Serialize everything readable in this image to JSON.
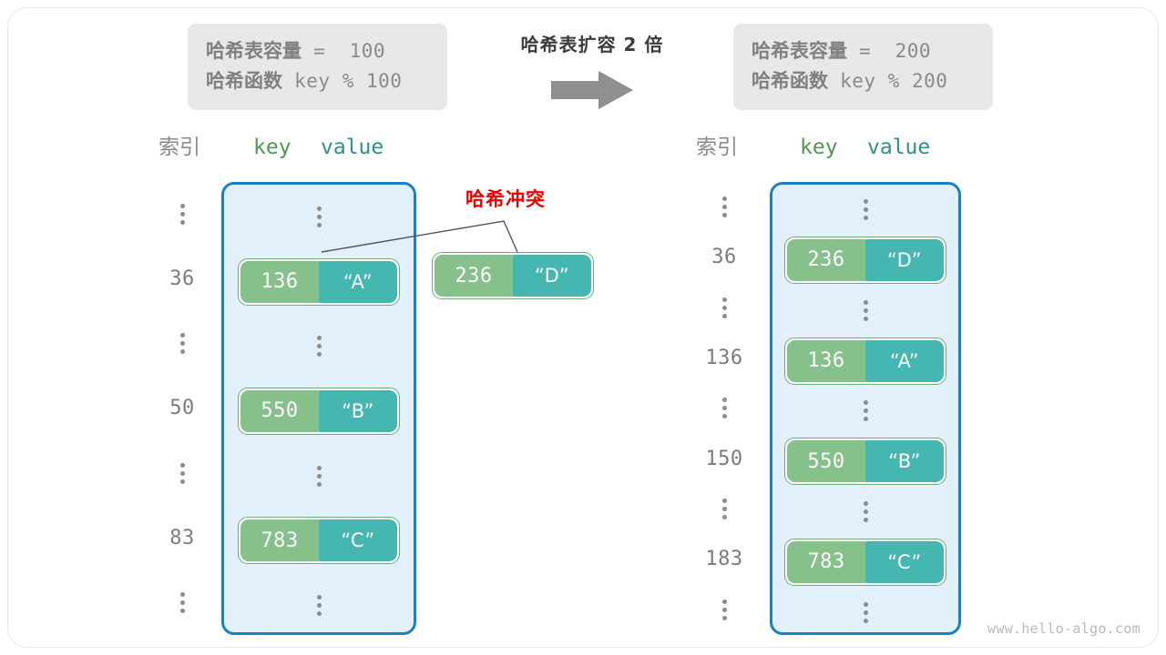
{
  "center": {
    "caption": "哈希表扩容 2 倍",
    "arrow_icon": "arrow-right-icon"
  },
  "left_panel": {
    "info": {
      "capacity_label": "哈希表容量",
      "capacity_expr": " =  100",
      "function_label": "哈希函数",
      "function_expr": " key % 100"
    },
    "headers": {
      "index": "索引",
      "key": "key",
      "value": "value"
    },
    "rows": [
      {
        "type": "ellipsis",
        "index": "",
        "key": "",
        "value": ""
      },
      {
        "type": "entry",
        "index": "36",
        "key": "136",
        "value": "“A”"
      },
      {
        "type": "ellipsis",
        "index": "",
        "key": "",
        "value": ""
      },
      {
        "type": "entry",
        "index": "50",
        "key": "550",
        "value": "“B”"
      },
      {
        "type": "ellipsis",
        "index": "",
        "key": "",
        "value": ""
      },
      {
        "type": "entry",
        "index": "83",
        "key": "783",
        "value": "“C”"
      },
      {
        "type": "ellipsis",
        "index": "",
        "key": "",
        "value": ""
      }
    ]
  },
  "right_panel": {
    "info": {
      "capacity_label": "哈希表容量",
      "capacity_expr": " =  200",
      "function_label": "哈希函数",
      "function_expr": " key % 200"
    },
    "headers": {
      "index": "索引",
      "key": "key",
      "value": "value"
    },
    "rows": [
      {
        "type": "ellipsis",
        "index": "",
        "key": "",
        "value": ""
      },
      {
        "type": "entry",
        "index": "36",
        "key": "236",
        "value": "“D”"
      },
      {
        "type": "ellipsis",
        "index": "",
        "key": "",
        "value": ""
      },
      {
        "type": "entry",
        "index": "136",
        "key": "136",
        "value": "“A”"
      },
      {
        "type": "ellipsis",
        "index": "",
        "key": "",
        "value": ""
      },
      {
        "type": "entry",
        "index": "150",
        "key": "550",
        "value": "“B”"
      },
      {
        "type": "ellipsis",
        "index": "",
        "key": "",
        "value": ""
      },
      {
        "type": "entry",
        "index": "183",
        "key": "783",
        "value": "“C”"
      },
      {
        "type": "ellipsis",
        "index": "",
        "key": "",
        "value": ""
      }
    ]
  },
  "collision": {
    "label": "哈希冲突",
    "pair": {
      "key": "236",
      "value": "“D”"
    }
  },
  "watermark": "www.hello-algo.com",
  "colors": {
    "key_cell": "#86c08a",
    "value_cell": "#46b6b0",
    "bucket_bg": "#e2f0fb",
    "bucket_border": "#1b7fc3",
    "collision_red": "#ee0000",
    "info_bg": "#e8e8e8",
    "muted_text": "#8a8a8a"
  }
}
